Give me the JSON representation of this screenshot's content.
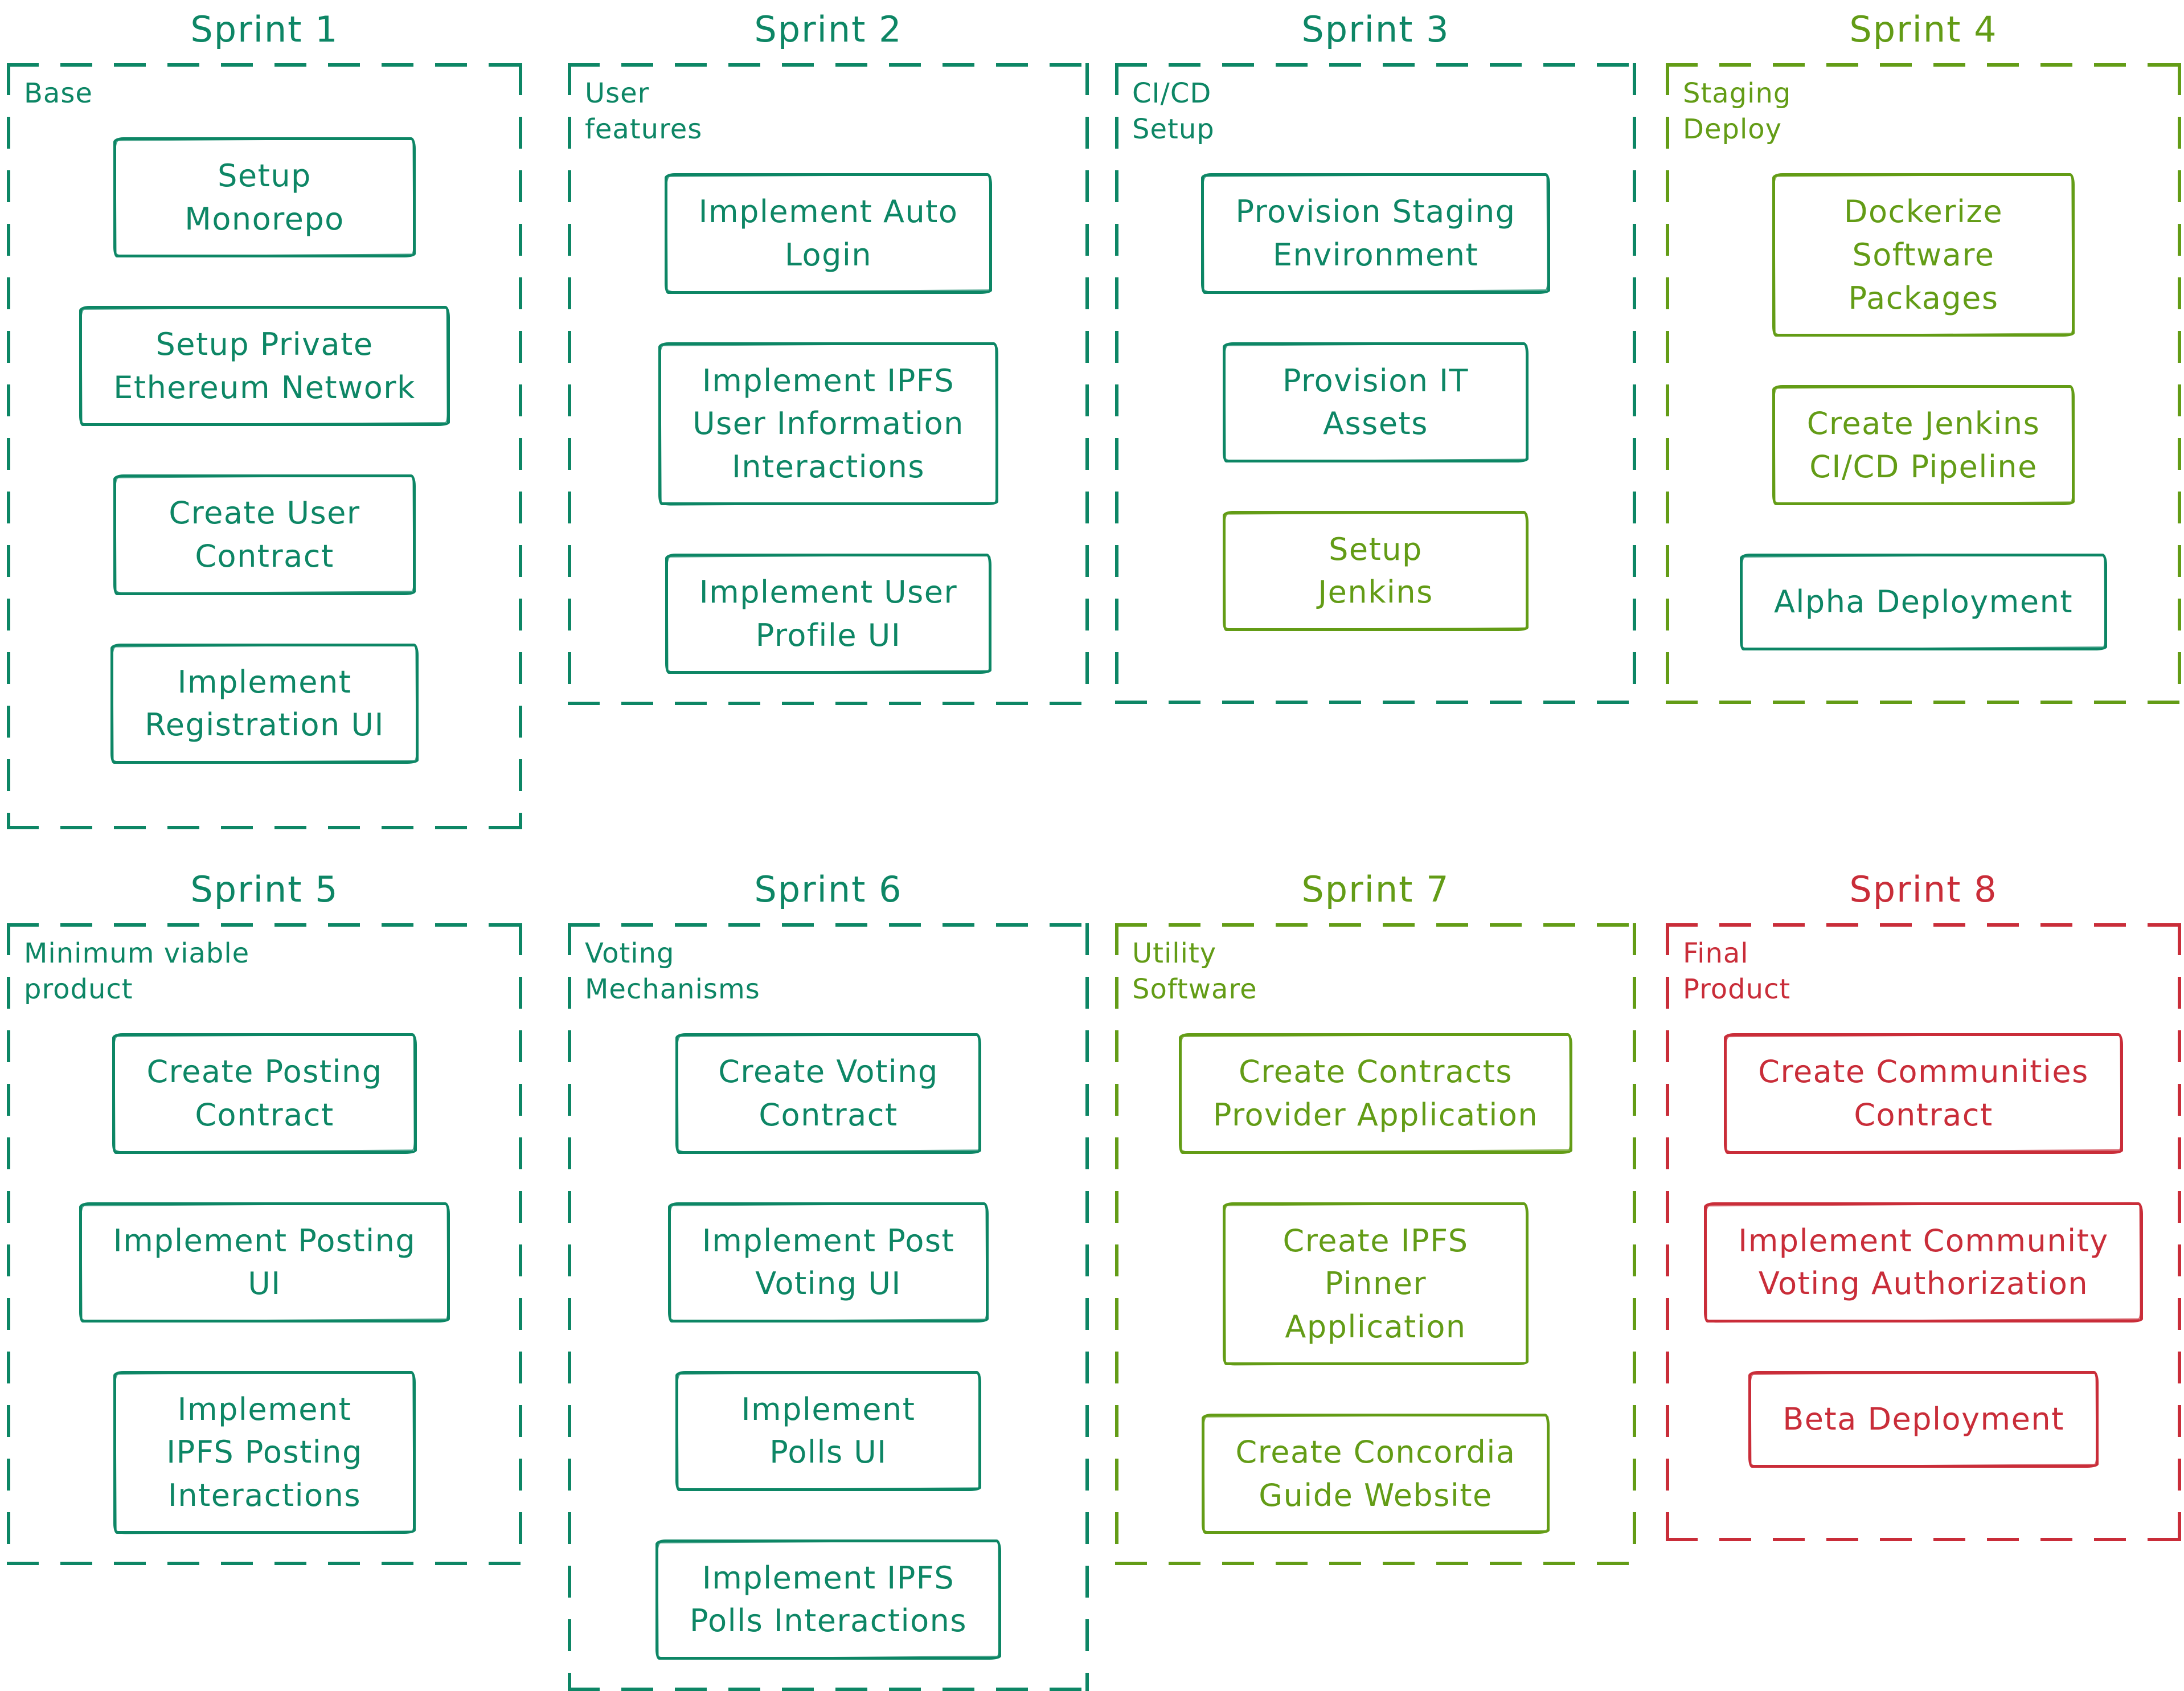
{
  "colors": {
    "green": "#0d8665",
    "olive": "#639c16",
    "red": "#c92d39"
  },
  "sprints": [
    {
      "title": "Sprint 1",
      "label": "Base",
      "theme": "green",
      "tasks": [
        {
          "text": "Setup\nMonorepo",
          "theme": "green"
        },
        {
          "text": "Setup Private\nEthereum Network",
          "theme": "green"
        },
        {
          "text": "Create User\nContract",
          "theme": "green"
        },
        {
          "text": "Implement\nRegistration UI",
          "theme": "green"
        }
      ]
    },
    {
      "title": "Sprint 2",
      "label": "User\nfeatures",
      "theme": "green",
      "tasks": [
        {
          "text": "Implement Auto\nLogin",
          "theme": "green"
        },
        {
          "text": "Implement IPFS\nUser Information\nInteractions",
          "theme": "green"
        },
        {
          "text": "Implement User\nProfile UI",
          "theme": "green"
        }
      ]
    },
    {
      "title": "Sprint 3",
      "label": "CI/CD\nSetup",
      "theme": "green",
      "tasks": [
        {
          "text": "Provision Staging\nEnvironment",
          "theme": "green"
        },
        {
          "text": "Provision IT\nAssets",
          "theme": "green"
        },
        {
          "text": "Setup\nJenkins",
          "theme": "olive"
        }
      ]
    },
    {
      "title": "Sprint 4",
      "label": "Staging\nDeploy",
      "theme": "olive",
      "tasks": [
        {
          "text": "Dockerize\nSoftware\nPackages",
          "theme": "olive"
        },
        {
          "text": "Create Jenkins\nCI/CD Pipeline",
          "theme": "olive"
        },
        {
          "text": "Alpha Deployment",
          "theme": "green"
        }
      ]
    },
    {
      "title": "Sprint 5",
      "label": "Minimum viable\nproduct",
      "theme": "green",
      "tasks": [
        {
          "text": "Create Posting\nContract",
          "theme": "green"
        },
        {
          "text": "Implement Posting\nUI",
          "theme": "green"
        },
        {
          "text": "Implement\nIPFS Posting\nInteractions",
          "theme": "green"
        }
      ]
    },
    {
      "title": "Sprint 6",
      "label": "Voting\nMechanisms",
      "theme": "green",
      "tasks": [
        {
          "text": "Create Voting\nContract",
          "theme": "green"
        },
        {
          "text": "Implement Post\nVoting UI",
          "theme": "green"
        },
        {
          "text": "Implement\nPolls UI",
          "theme": "green"
        },
        {
          "text": "Implement IPFS\nPolls Interactions",
          "theme": "green"
        }
      ]
    },
    {
      "title": "Sprint 7",
      "label": "Utility\nSoftware",
      "theme": "olive",
      "tasks": [
        {
          "text": "Create Contracts\nProvider Application",
          "theme": "olive"
        },
        {
          "text": "Create IPFS\nPinner\nApplication",
          "theme": "olive"
        },
        {
          "text": "Create Concordia\nGuide Website",
          "theme": "olive"
        }
      ]
    },
    {
      "title": "Sprint 8",
      "label": "Final\nProduct",
      "theme": "red",
      "tasks": [
        {
          "text": "Create Communities\nContract",
          "theme": "red"
        },
        {
          "text": "Implement Community\nVoting Authorization",
          "theme": "red"
        },
        {
          "text": "Beta Deployment",
          "theme": "red"
        }
      ]
    }
  ]
}
